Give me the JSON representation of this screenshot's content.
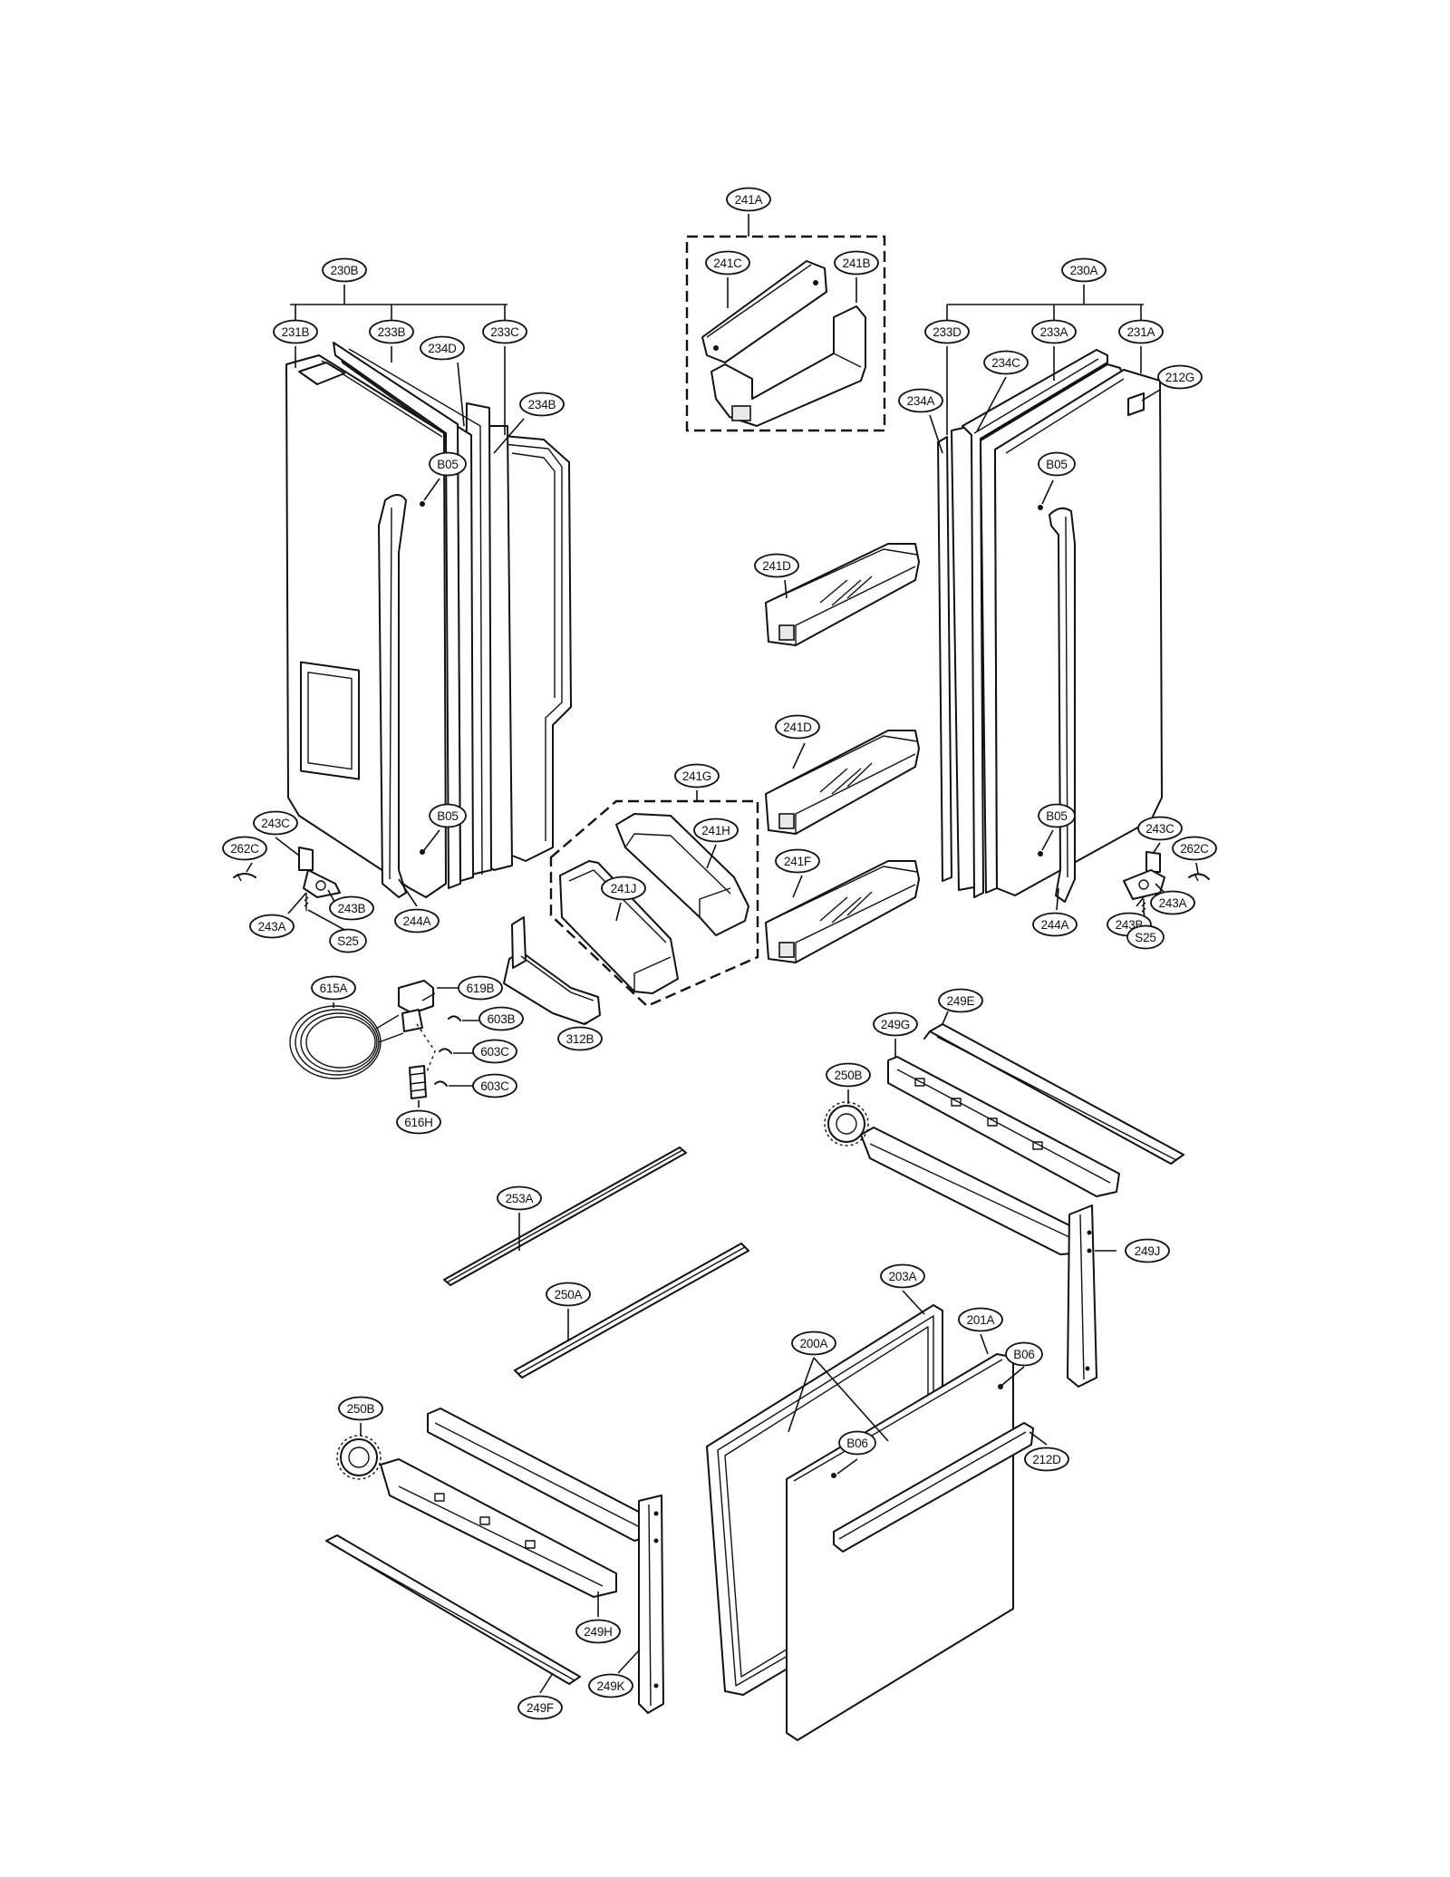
{
  "callouts": [
    {
      "id": "c-241A",
      "label": "241A"
    },
    {
      "id": "c-241C",
      "label": "241C"
    },
    {
      "id": "c-241B",
      "label": "241B"
    },
    {
      "id": "c-230B",
      "label": "230B"
    },
    {
      "id": "c-231B",
      "label": "231B"
    },
    {
      "id": "c-233B",
      "label": "233B"
    },
    {
      "id": "c-233C",
      "label": "233C"
    },
    {
      "id": "c-234D",
      "label": "234D"
    },
    {
      "id": "c-234B",
      "label": "234B"
    },
    {
      "id": "c-B05-l1",
      "label": "B05"
    },
    {
      "id": "c-B05-l2",
      "label": "B05"
    },
    {
      "id": "c-230A",
      "label": "230A"
    },
    {
      "id": "c-233D",
      "label": "233D"
    },
    {
      "id": "c-233A",
      "label": "233A"
    },
    {
      "id": "c-231A",
      "label": "231A"
    },
    {
      "id": "c-234C",
      "label": "234C"
    },
    {
      "id": "c-212G",
      "label": "212G"
    },
    {
      "id": "c-234A",
      "label": "234A"
    },
    {
      "id": "c-B05-r1",
      "label": "B05"
    },
    {
      "id": "c-B05-r2",
      "label": "B05"
    },
    {
      "id": "c-241D-1",
      "label": "241D"
    },
    {
      "id": "c-241D-2",
      "label": "241D"
    },
    {
      "id": "c-241F",
      "label": "241F"
    },
    {
      "id": "c-241G",
      "label": "241G"
    },
    {
      "id": "c-241H",
      "label": "241H"
    },
    {
      "id": "c-241J",
      "label": "241J"
    },
    {
      "id": "c-243C-l",
      "label": "243C"
    },
    {
      "id": "c-262C-l",
      "label": "262C"
    },
    {
      "id": "c-243A-l",
      "label": "243A"
    },
    {
      "id": "c-243B-l",
      "label": "243B"
    },
    {
      "id": "c-S25-l",
      "label": "S25"
    },
    {
      "id": "c-244A-l",
      "label": "244A"
    },
    {
      "id": "c-243C-r",
      "label": "243C"
    },
    {
      "id": "c-262C-r",
      "label": "262C"
    },
    {
      "id": "c-243A-r",
      "label": "243A"
    },
    {
      "id": "c-243B-r",
      "label": "243B"
    },
    {
      "id": "c-S25-r",
      "label": "S25"
    },
    {
      "id": "c-244A-r",
      "label": "244A"
    },
    {
      "id": "c-615A",
      "label": "615A"
    },
    {
      "id": "c-619B",
      "label": "619B"
    },
    {
      "id": "c-603B",
      "label": "603B"
    },
    {
      "id": "c-603C-1",
      "label": "603C"
    },
    {
      "id": "c-603C-2",
      "label": "603C"
    },
    {
      "id": "c-616H",
      "label": "616H"
    },
    {
      "id": "c-312B",
      "label": "312B"
    },
    {
      "id": "c-249E",
      "label": "249E"
    },
    {
      "id": "c-249G",
      "label": "249G"
    },
    {
      "id": "c-250B-1",
      "label": "250B"
    },
    {
      "id": "c-249J",
      "label": "249J"
    },
    {
      "id": "c-253A",
      "label": "253A"
    },
    {
      "id": "c-250A",
      "label": "250A"
    },
    {
      "id": "c-203A",
      "label": "203A"
    },
    {
      "id": "c-200A",
      "label": "200A"
    },
    {
      "id": "c-201A",
      "label": "201A"
    },
    {
      "id": "c-B06-1",
      "label": "B06"
    },
    {
      "id": "c-B06-2",
      "label": "B06"
    },
    {
      "id": "c-212D",
      "label": "212D"
    },
    {
      "id": "c-250B-2",
      "label": "250B"
    },
    {
      "id": "c-249H",
      "label": "249H"
    },
    {
      "id": "c-249K",
      "label": "249K"
    },
    {
      "id": "c-249F",
      "label": "249F"
    }
  ]
}
